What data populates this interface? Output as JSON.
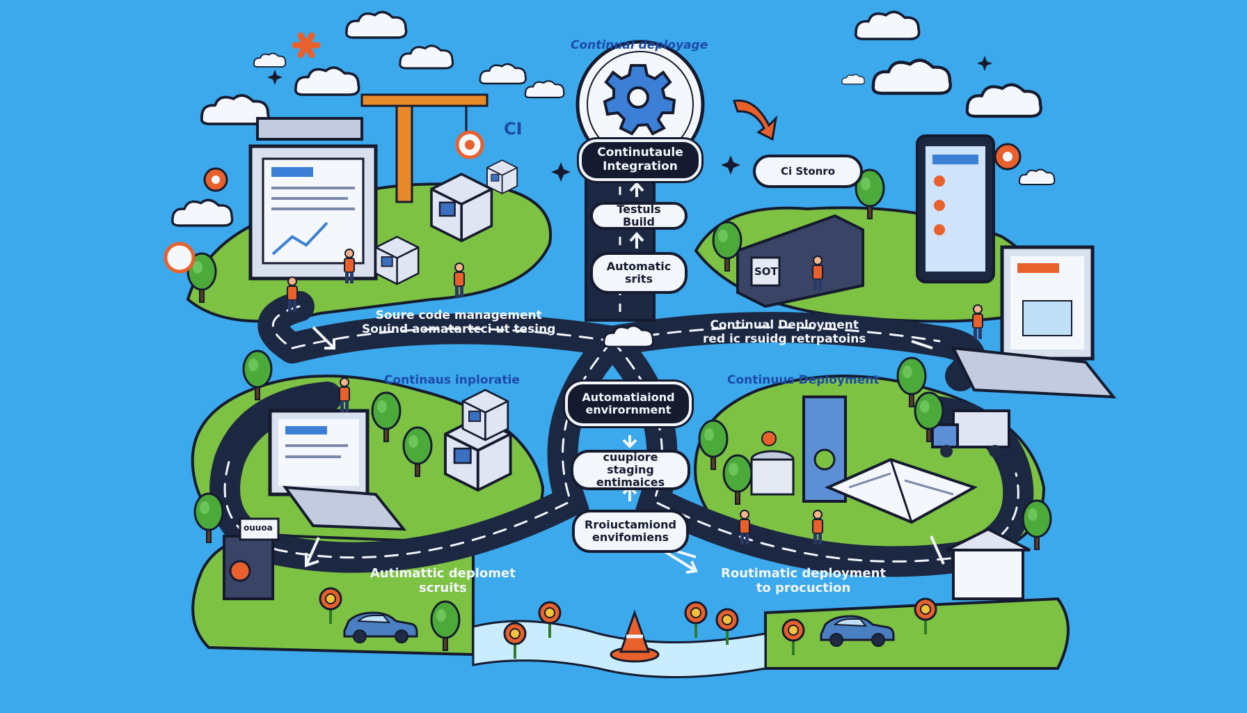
{
  "title": "Continual deployage",
  "ci_badge": "CI",
  "ci_storage": "Ci Stonro",
  "pipeline": {
    "integration": "Continutaule\nIntegration",
    "tests_build": "Testuls Build",
    "scripts": "Automatic\nsrits",
    "env": "Automatiaiond\nenvirornment",
    "staging": "cuupiore staging\nentimaices",
    "production_env": "Rroiuctamiond\nenvifomiens"
  },
  "track_left": "Soure code management\nSouind aomatartcci ut tesing",
  "track_right": "Continual Deployment\nred ic rsuidg retrpatoins",
  "section_left": "Continaus inploratie",
  "section_right": "Continuus Deployment",
  "road_left": "Autimattic deplomet\nscruits",
  "road_right": "Routimatic  deployment\nto procuction",
  "sign_text": "ouuoa",
  "server_label": "SOT",
  "colors": {
    "sky": "#3ba9ec",
    "grass": "#7dc242",
    "road": "#1c2742",
    "accent_orange": "#f06a2a",
    "outline": "#151a2e"
  }
}
